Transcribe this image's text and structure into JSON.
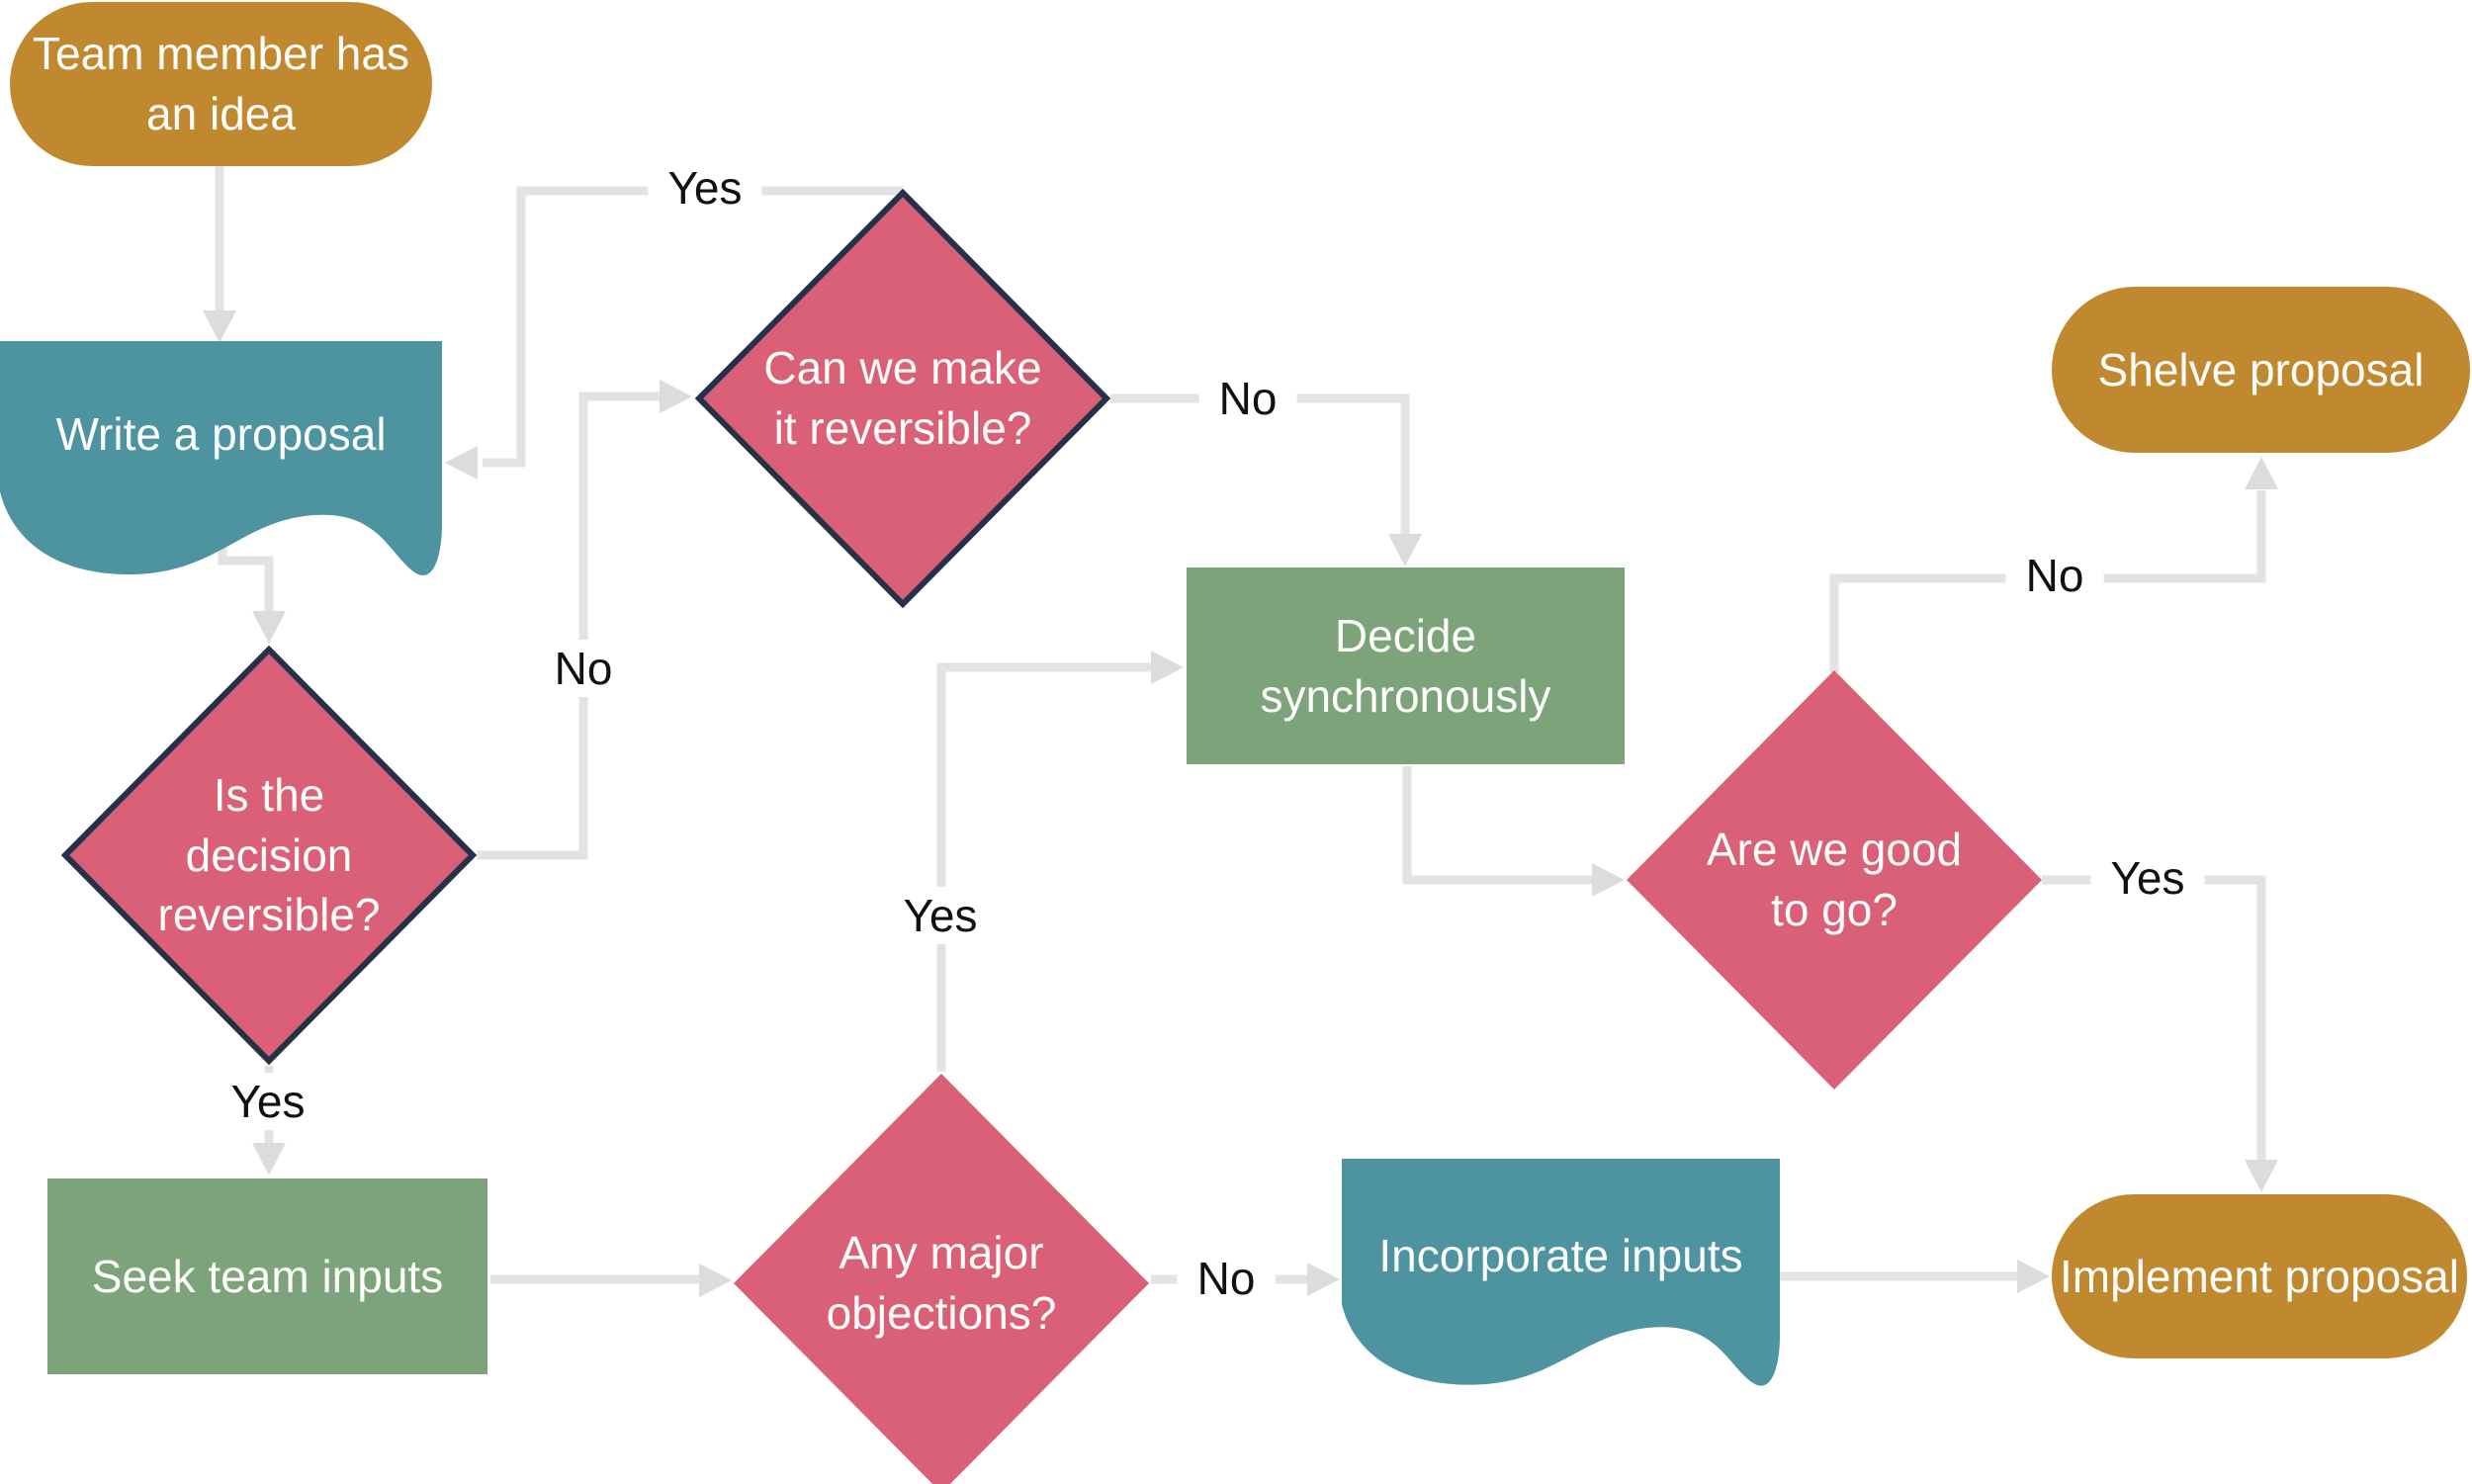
{
  "diagram": {
    "nodes": {
      "idea": {
        "shape": "terminator",
        "label": "Team member has\nan idea"
      },
      "write_proposal": {
        "shape": "document",
        "label": "Write a proposal"
      },
      "is_reversible": {
        "shape": "decision",
        "label": "Is the\ndecision\nreversible?"
      },
      "make_reversible": {
        "shape": "decision",
        "label": "Can we make\nit reversible?"
      },
      "decide_sync": {
        "shape": "process",
        "label": "Decide\nsynchronously"
      },
      "good_to_go": {
        "shape": "decision",
        "label": "Are we good\nto go?"
      },
      "shelve": {
        "shape": "terminator",
        "label": "Shelve proposal"
      },
      "seek_inputs": {
        "shape": "process",
        "label": "Seek team inputs"
      },
      "objections": {
        "shape": "decision",
        "label": "Any major\nobjections?"
      },
      "incorporate": {
        "shape": "document",
        "label": "Incorporate inputs"
      },
      "implement": {
        "shape": "terminator",
        "label": "Implement proposal"
      }
    },
    "edge_labels": {
      "make_reversible_yes": "Yes",
      "is_reversible_no": "No",
      "make_reversible_no": "No",
      "is_reversible_yes": "Yes",
      "objections_yes": "Yes",
      "objections_no": "No",
      "good_to_go_no": "No",
      "good_to_go_yes": "Yes"
    },
    "colors": {
      "terminator": "#C0892F",
      "document": "#4E93A0",
      "decision": "#DA6078",
      "decision_border": "#243148",
      "process": "#7CA37A",
      "connector": "#E3E3E3",
      "connector_arrow": "#DCDCDC",
      "node_text": "#FDFDFB",
      "label_text": "#111111",
      "background": "#FFFFFF"
    }
  }
}
